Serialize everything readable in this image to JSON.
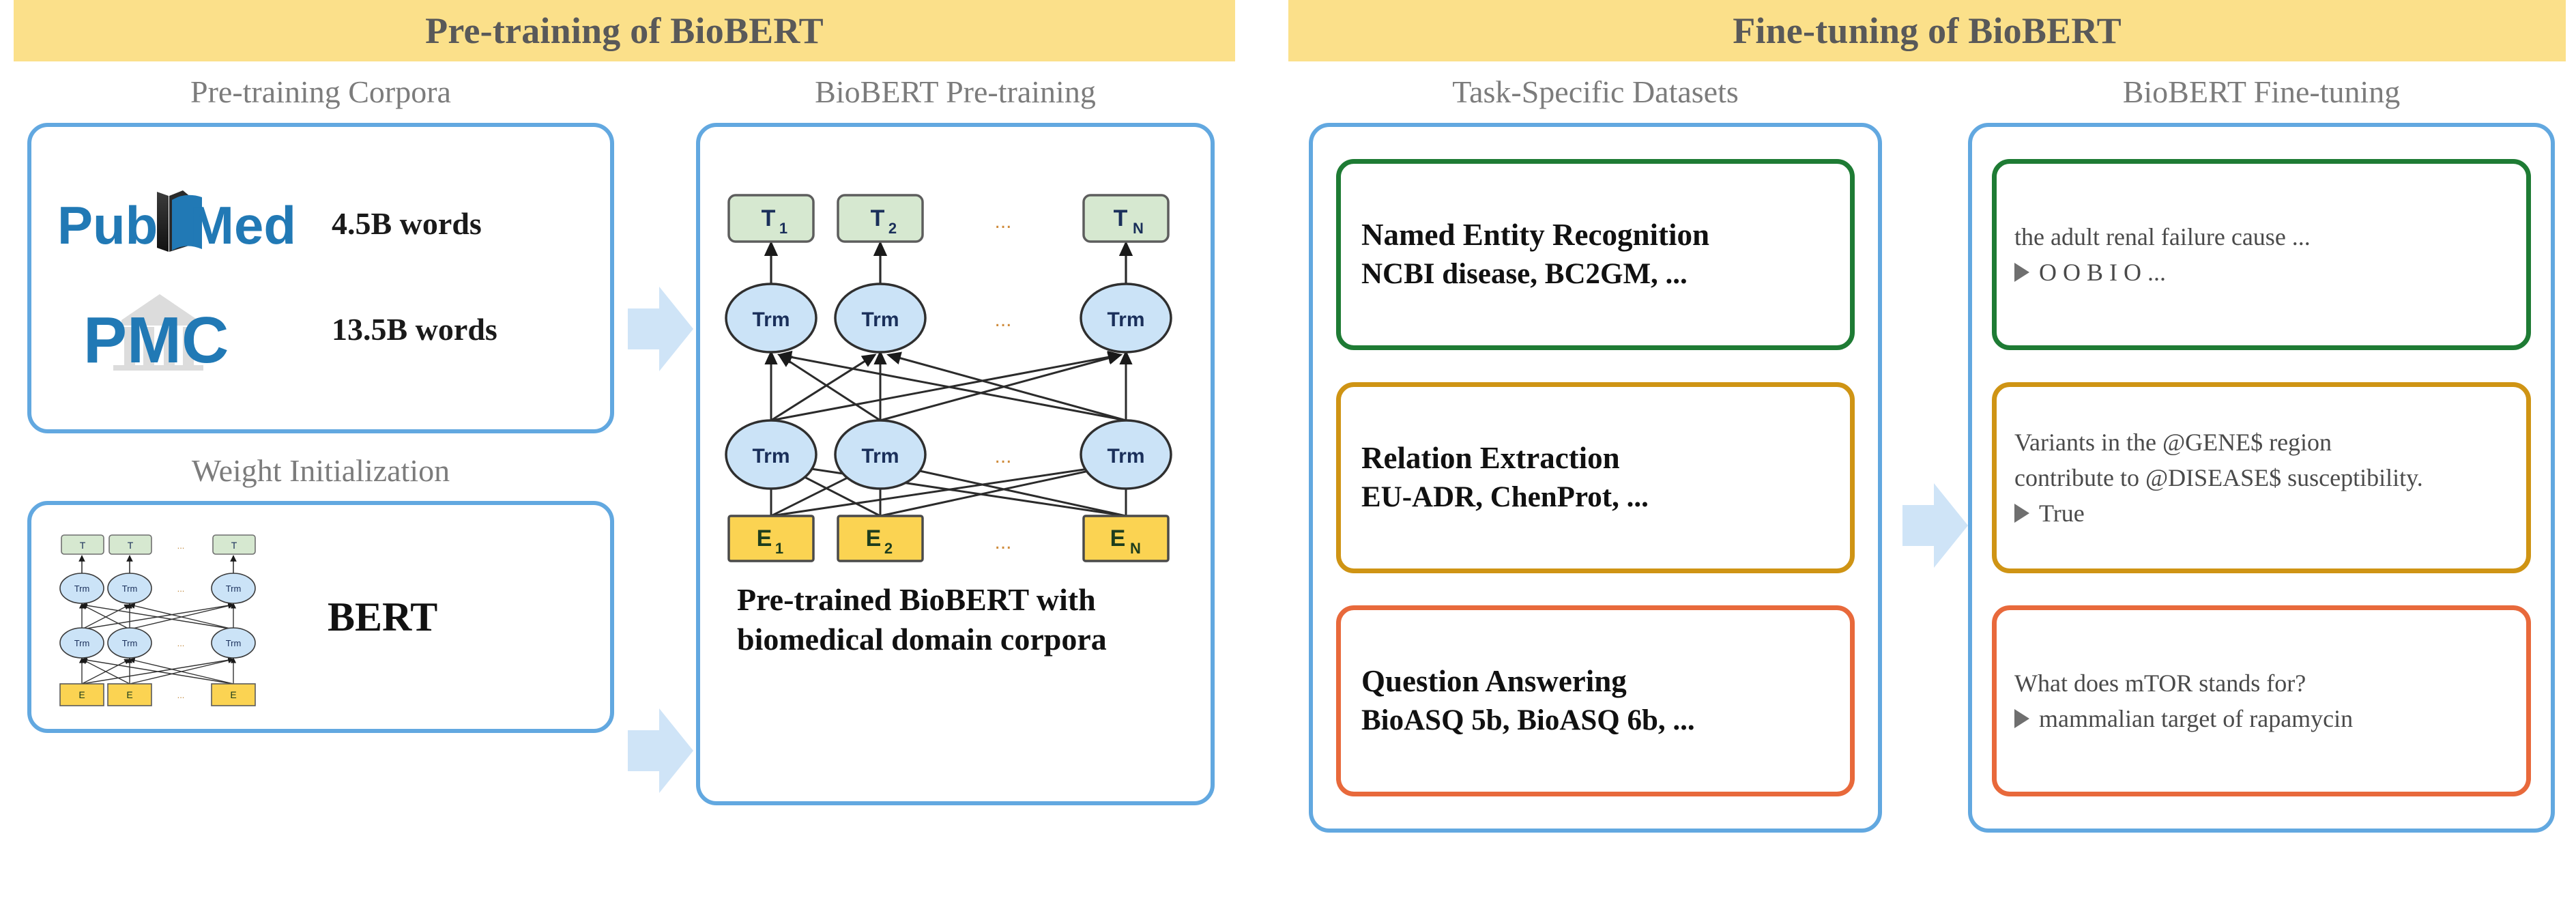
{
  "panels": {
    "left": {
      "banner": "Pre-training of BioBERT"
    },
    "right": {
      "banner": "Fine-tuning of BioBERT"
    }
  },
  "columns": {
    "corpora": {
      "title": "Pre-training Corpora",
      "items": [
        {
          "logo": "pubmed-logo",
          "logo_text": "PubMed",
          "words": "4.5B words"
        },
        {
          "logo": "pmc-logo",
          "logo_text": "PMC",
          "words": "13.5B words"
        }
      ],
      "weight_init_title": "Weight Initialization",
      "bert_label": "BERT"
    },
    "pretraining": {
      "title": "BioBERT Pre-training",
      "caption_line1": "Pre-trained BioBERT with",
      "caption_line2": "biomedical domain corpora"
    },
    "datasets": {
      "title": "Task-Specific Datasets",
      "tasks": [
        {
          "name": "Named Entity Recognition",
          "sets": "NCBI disease, BC2GM, ...",
          "color": "#1e7b34"
        },
        {
          "name": "Relation Extraction",
          "sets": "EU-ADR, ChenProt, ...",
          "color": "#cf9414"
        },
        {
          "name": "Question Answering",
          "sets": "BioASQ 5b, BioASQ 6b, ...",
          "color": "#e8693b"
        }
      ]
    },
    "finetuning": {
      "title": "BioBERT Fine-tuning",
      "examples": [
        {
          "input": "the  adult  renal  failure  cause  ...",
          "output": "O     O     B     I     O     ...",
          "color": "#1e7b34"
        },
        {
          "input_line1": "Variants in the @GENE$ region",
          "input_line2": "contribute to @DISEASE$ susceptibility.",
          "output": "True",
          "color": "#cf9414"
        },
        {
          "input": "What does mTOR stands for?",
          "output": "mammalian target of rapamycin",
          "color": "#e8693b"
        }
      ]
    }
  },
  "diagram": {
    "output_tokens": [
      "T",
      "T",
      "T"
    ],
    "output_subs": [
      "1",
      "2",
      "N"
    ],
    "input_tokens": [
      "E",
      "E",
      "E"
    ],
    "input_subs": [
      "1",
      "2",
      "N"
    ],
    "cell_label": "Trm",
    "ellipsis": "...",
    "layers": 2
  },
  "colors": {
    "banner": "#fbe08a",
    "card_border": "#62a8e0",
    "arrow_fill": "#cfe4f7",
    "ner": "#1e7b34",
    "re": "#cf9414",
    "qa": "#e8693b",
    "title_text": "#7c7c7c",
    "token_out": "#d6e8d0",
    "token_in": "#fbd352",
    "cell": "#cbe3f7"
  }
}
